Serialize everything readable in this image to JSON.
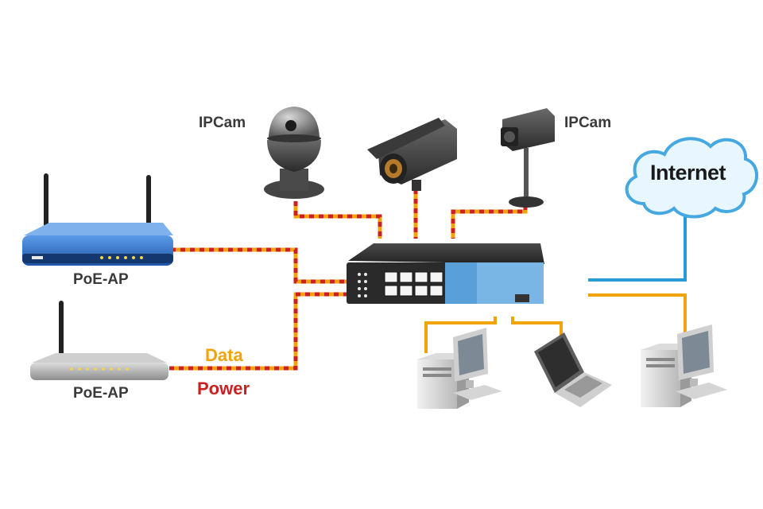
{
  "labels": {
    "ipcam_left": "IPCam",
    "ipcam_right": "IPCam",
    "poe_ap_top": "PoE-AP",
    "poe_ap_bottom": "PoE-AP",
    "internet": "Internet"
  },
  "legend": {
    "data": "Data",
    "power": "Power"
  },
  "colors": {
    "data_line": "#f0a30a",
    "power_line": "#cc1f1f",
    "internet_line": "#2a9ad6",
    "ap_blue": "#2f6fc8",
    "switch_body": "#2e2e2e",
    "switch_accent": "#5aa0d8",
    "cloud_fill": "#e8f6ff",
    "cloud_stroke": "#45a8e0"
  },
  "devices": [
    {
      "type": "router-icon",
      "name": "poe-ap-blue"
    },
    {
      "type": "router-icon",
      "name": "poe-ap-gray"
    },
    {
      "type": "dome-camera-icon",
      "name": "ipcam-dome"
    },
    {
      "type": "bullet-camera-icon",
      "name": "ipcam-bullet"
    },
    {
      "type": "box-camera-icon",
      "name": "ipcam-box"
    },
    {
      "type": "switch-icon",
      "name": "poe-switch"
    },
    {
      "type": "desktop-pc-icon",
      "name": "pc-left"
    },
    {
      "type": "laptop-icon",
      "name": "laptop"
    },
    {
      "type": "desktop-pc-icon",
      "name": "pc-right"
    },
    {
      "type": "cloud-icon",
      "name": "internet-cloud"
    }
  ]
}
